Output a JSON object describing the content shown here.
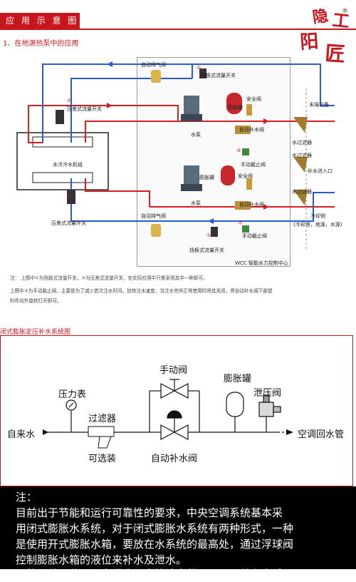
{
  "header": {
    "title": "应 用 示 意 图"
  },
  "logo": {
    "text": "隐阳工匠",
    "mark": "®"
  },
  "section1": {
    "subtitle": "1、在地源热泵中的应用"
  },
  "diagram1": {
    "labels": {
      "auto_vent_top": "自动排气阀",
      "paddle_switch_top": "挡板式流量开关",
      "diff_switch_top": "压差式流量开关",
      "water_pump_top": "水泵",
      "expansion_tank_top": "膨胀罐",
      "safety_valve_top": "安全阀",
      "auto_fill_valve_top": "自动补水阀",
      "manual_stop_top": "手动截止阀",
      "chiller": "水冷冷水机组",
      "end_device": "末端设备",
      "strainer_1": "水过滤器",
      "strainer_2": "水过滤器",
      "water_inlet": "补水进入口",
      "strainer_3": "水过滤器",
      "expansion_tank_bottom": "膨胀罐",
      "safety_valve_bottom": "安全阀",
      "auto_fill_valve_bottom": "自动补水阀",
      "water_pump_bottom": "水泵",
      "auto_vent_bottom": "自动排气阀",
      "manual_stop_bottom": "手动截止阀",
      "diff_switch_bottom": "压差式流量开关",
      "paddle_switch_bottom": "挡板式流量开关",
      "cooling_side": "冷却侧",
      "cooling_side_sub": "(冷却塔，地源，水源)",
      "control_center": "WCC 智能水力控制中心",
      "circle_1_top": "①",
      "circle_2_top": "②",
      "circle_3_top": "③",
      "circle_1_bottom": "①",
      "circle_2_bottom": "②",
      "circle_3_bottom": "③"
    },
    "notes": [
      "注：   上图中①为挡板式流量开关，②为压差式流量开关，在实际应用中只需采用其中一种即可。",
      "        上图中③为手动截止阀，主要是为了减少首次注水时间，加快注水速度，当注水完毕正常使用时将其关闭，将自动补水阀下部塑",
      "        料件向外旋转打开即可。"
    ]
  },
  "section2": {
    "title": "闭式膨胀定压补水系统图"
  },
  "diagram2": {
    "labels": {
      "tap_water": "自来水",
      "pressure_gauge": "压力表",
      "strainer": "过滤器",
      "optional": "可选装",
      "manual_valve": "手动阀",
      "auto_fill_valve": "自动补水阀",
      "expansion_tank": "膨胀罐",
      "relief_valve": "泄压阀",
      "ac_return": "空调回水管"
    }
  },
  "footer_note": {
    "heading": "注：",
    "lines": [
      "    目前出于节能和运行可靠性的要求，中央空调系统基本采",
      "用闭式膨胀水系统，对于闭式膨胀水系统有两种形式，一种",
      "是使用开式膨胀水箱，要放在水系统的最高处，通过浮球阀",
      "控制膨胀水箱的液位来补水及泄水。",
      "    另外一种是使用压力式膨胀水箱补水装置，可以放在水系"
    ]
  },
  "colors": {
    "accent": "#c8161d",
    "supply_pipe": "#d42020",
    "return_pipe": "#2a5bd7"
  }
}
